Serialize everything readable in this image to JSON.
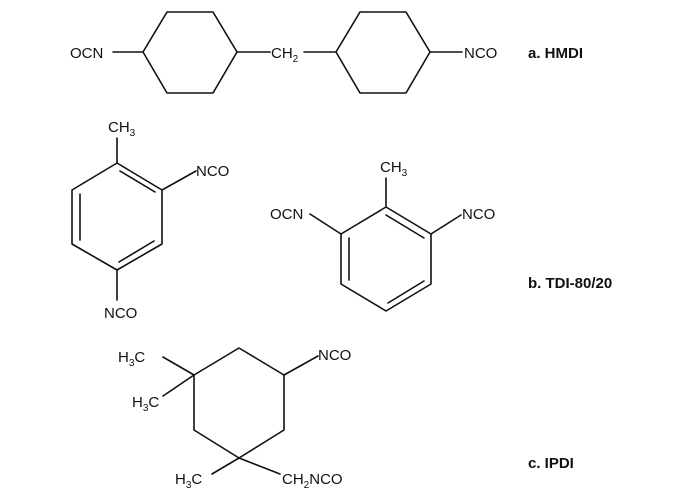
{
  "structures": [
    {
      "id": "hmdi",
      "caption": "a.  HMDI",
      "labels": {
        "ocn": "OCN",
        "ch2": {
          "main": "CH",
          "sub": "2"
        },
        "nco": "NCO"
      }
    },
    {
      "id": "tdi",
      "caption": "b. TDI-80/20",
      "isomer_24": {
        "ch3": {
          "main": "CH",
          "sub": "3"
        },
        "nco_top": "NCO",
        "nco_bottom": "NCO"
      },
      "isomer_26": {
        "ch3": {
          "main": "CH",
          "sub": "3"
        },
        "ocn": "OCN",
        "nco": "NCO"
      }
    },
    {
      "id": "ipdi",
      "caption": "c. IPDI",
      "labels": {
        "h3c_1": {
          "main": "H",
          "sub": "3",
          "tail": "C"
        },
        "h3c_2": {
          "main": "H",
          "sub": "3",
          "tail": "C"
        },
        "h3c_3": {
          "main": "H",
          "sub": "3",
          "tail": "C"
        },
        "nco": "NCO",
        "ch2nco": {
          "main": "CH",
          "sub": "2",
          "tail": "NCO"
        }
      }
    }
  ],
  "colors": {
    "ink": "#111111",
    "background": "#ffffff"
  }
}
